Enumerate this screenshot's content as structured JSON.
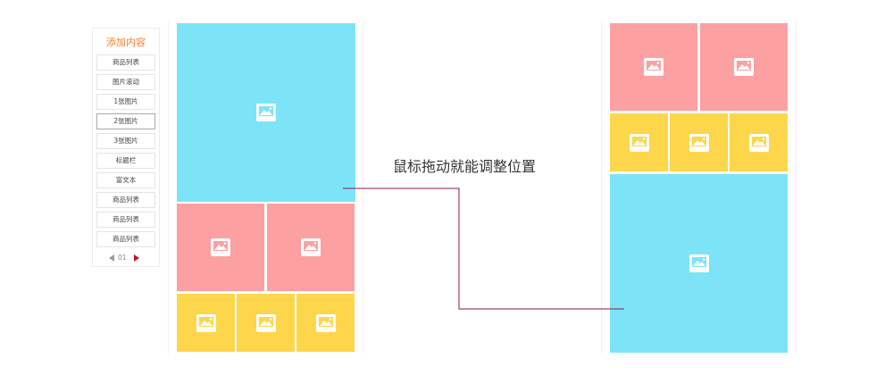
{
  "sidebar": {
    "title": "添加内容",
    "items": [
      {
        "label": "商品列表"
      },
      {
        "label": "图片滚动"
      },
      {
        "label": "1张图片"
      },
      {
        "label": "2张图片"
      },
      {
        "label": "3张图片"
      },
      {
        "label": "标题栏"
      },
      {
        "label": "富文本"
      },
      {
        "label": "商品列表"
      },
      {
        "label": "商品列表"
      },
      {
        "label": "商品列表"
      }
    ],
    "active_index": 3,
    "page": "01"
  },
  "caption": "鼠标拖动就能调整位置",
  "colors": {
    "blue": "#7de4f8",
    "pink": "#fca0a2",
    "yellow": "#fdd64b",
    "accent_orange": "#f0822f",
    "connector": "#8b1a4a",
    "icon": "image-icon"
  }
}
